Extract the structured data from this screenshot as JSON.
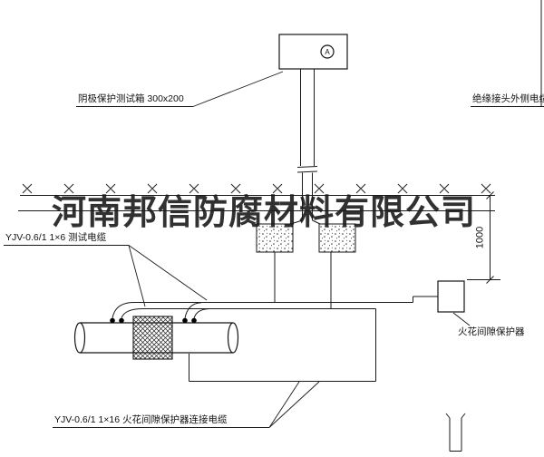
{
  "diagram": {
    "watermark": "河南邦信防腐材料有限公司",
    "box_marker": "A",
    "dimension_value": "1000",
    "labels": {
      "test_box": "阴极保护测试箱 300x200",
      "outer_cable": "绝缘接头外侧电缆",
      "test_cable": "YJV-0.6/1 1×6  测试电缆",
      "protector": "火花间隙保护器",
      "connection_cable": "YJV-0.6/1 1×16  火花间隙保护器连接电缆"
    },
    "colors": {
      "line": "#1a1a1a",
      "background": "#ffffff"
    }
  }
}
